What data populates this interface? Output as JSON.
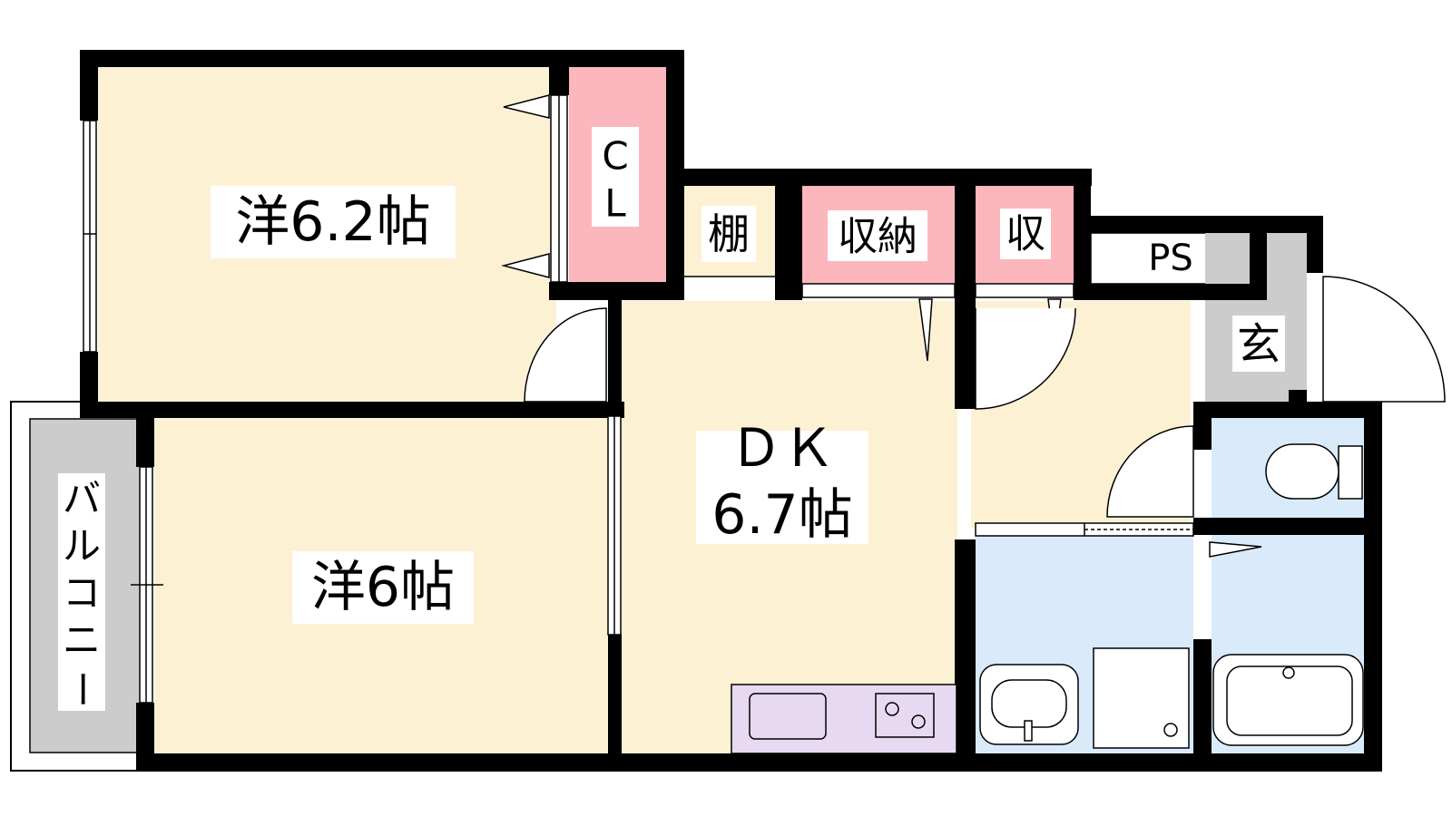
{
  "labels": {
    "western_room_1": "洋6.2帖",
    "western_room_2": "洋6帖",
    "closet_c": "C",
    "closet_l": "L",
    "shelf": "棚",
    "storage": "収納",
    "storage_small": "収",
    "pipe_space": "PS",
    "entrance": "玄",
    "dk_title": "ＤＫ",
    "dk_size": "6.7帖",
    "balcony": [
      "バ",
      "ル",
      "コ",
      "ニ",
      "ー"
    ]
  },
  "colors": {
    "wall": "#000000",
    "room_floor": "#fdf1d3",
    "closet": "#fbb7bc",
    "wet_area": "#d9ebfb",
    "entrance_floor": "#cccccc",
    "balcony_floor": "#cccccc",
    "kitchen_counter": "#e7d9f2"
  }
}
